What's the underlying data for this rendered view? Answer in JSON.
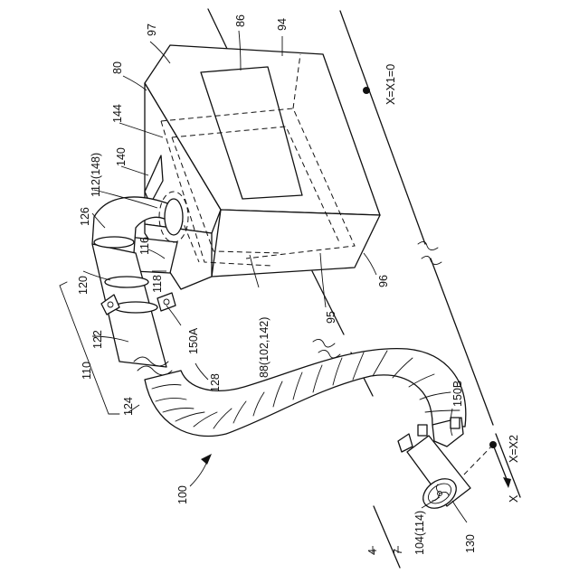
{
  "labels": {
    "l97": "97",
    "l86": "86",
    "l94": "94",
    "l80": "80",
    "l144": "144",
    "l140": "140",
    "l112": "112(148)",
    "l126": "126",
    "l120": "120",
    "l122": "122",
    "l110": "110",
    "l124": "124",
    "l116": "116",
    "l118": "118",
    "l150a": "150A",
    "l128": "128",
    "l88": "88(102,142)",
    "l95": "95",
    "l96": "96",
    "l150b": "150B",
    "l100": "100",
    "l104": "104(114)",
    "l130": "130",
    "l4": "4",
    "l7": "7",
    "lx1": "X=X1=0",
    "lx2": "X=X2",
    "lx": "X"
  }
}
